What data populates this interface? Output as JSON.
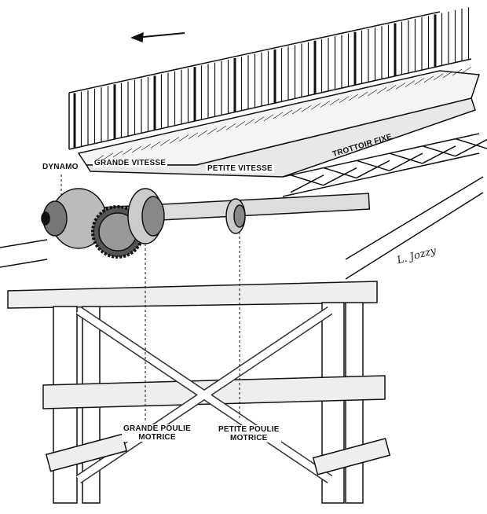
{
  "labels": {
    "dynamo": "DYNAMO",
    "grande_vitesse": "GRANDE VITESSE",
    "petite_vitesse": "PETITE VITESSE",
    "trottoir_fixe": "TROTTOIR FIXE",
    "grande_poulie": [
      "GRANDE POULIE",
      "MOTRICE"
    ],
    "petite_poulie": [
      "PETITE POULIE",
      "MOTRICE"
    ]
  },
  "signature": "L. Jozzy",
  "colors": {
    "ink": "#111111",
    "paper": "#ffffff"
  }
}
